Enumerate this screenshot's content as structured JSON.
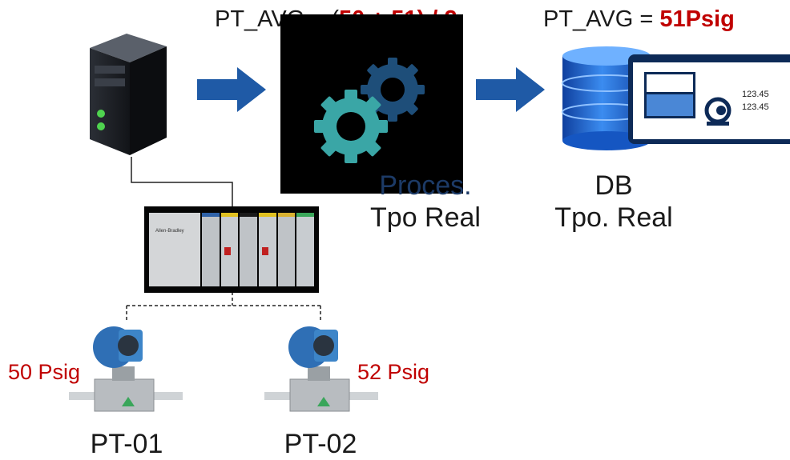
{
  "formula_left": {
    "prefix": "PT_AVG = (",
    "expr": "50 + 51) / 2"
  },
  "formula_right": {
    "prefix": "PT_AVG = ",
    "value": "51Psig"
  },
  "process_label": {
    "line1": "Proces.",
    "line2": "Tpo Real"
  },
  "db_label": {
    "line1": "DB",
    "line2": "Tpo. Real"
  },
  "db_screen_values": [
    "123.45",
    "123.45"
  ],
  "sensors": [
    {
      "tag": "PT-01",
      "reading": "50 Psig"
    },
    {
      "tag": "PT-02",
      "reading": "52 Psig"
    }
  ],
  "plc_brand": "Allen-Bradley",
  "colors": {
    "arrow": "#1f5aa6",
    "reading": "#c00000",
    "gear_teal": "#3aa6a6",
    "gear_blue": "#1e4e79",
    "db_blue": "#1f6fd6"
  }
}
